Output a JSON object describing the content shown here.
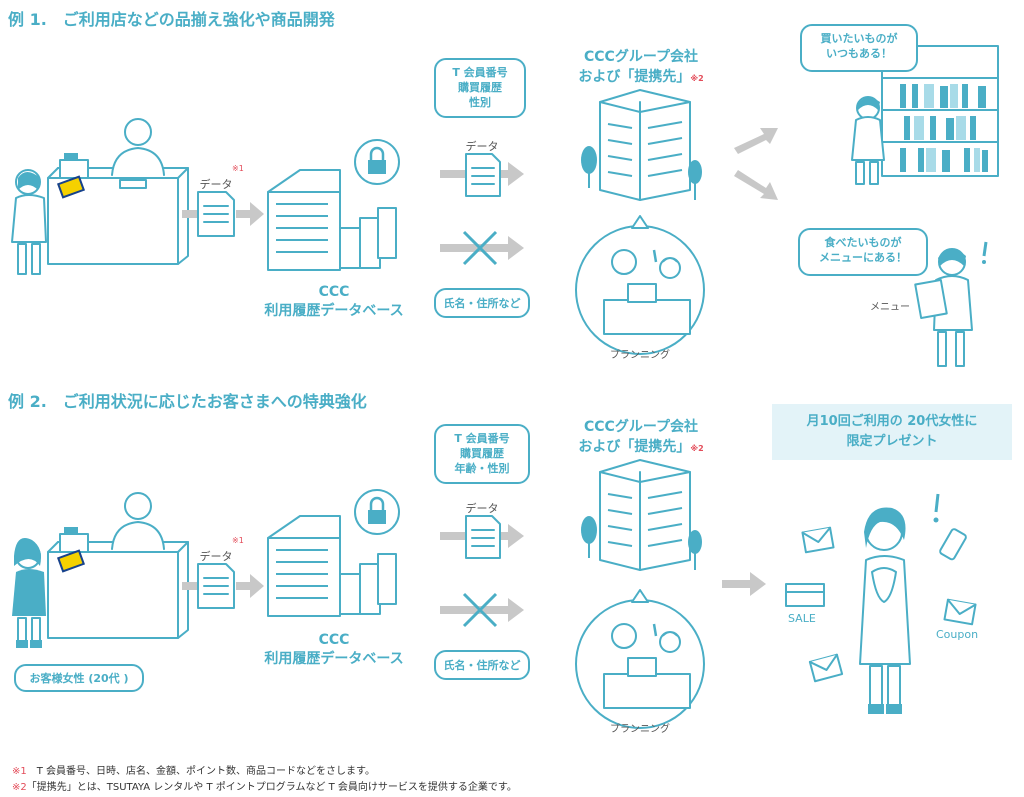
{
  "example1": {
    "title": "例 1.　ご利用店などの品揃え強化や商品開発",
    "data_label": "データ",
    "data_note_mark": "※1",
    "db_line1": "CCC",
    "db_line2": "利用履歴データベース",
    "bubble_lines": [
      "T 会員番号",
      "購買履歴",
      "性別"
    ],
    "data_label2": "データ",
    "blocked_label": "氏名・住所など",
    "group_line1": "CCCグループ会社",
    "group_line2": "および「提携先」",
    "group_note_mark": "※2",
    "planning_label": "プランニング",
    "speech_top": [
      "買いたいものが",
      "いつもある！"
    ],
    "speech_bottom": [
      "食べたいものが",
      "メニューにある！"
    ],
    "menu_label": "メニュー"
  },
  "example2": {
    "title": "例 2.　ご利用状況に応じたお客さまへの特典強化",
    "data_label": "データ",
    "data_note_mark": "※1",
    "db_line1": "CCC",
    "db_line2": "利用履歴データベース",
    "bubble_lines": [
      "T 会員番号",
      "購買履歴",
      "年齢・性別"
    ],
    "data_label2": "データ",
    "blocked_label": "氏名・住所など",
    "group_line1": "CCCグループ会社",
    "group_line2": "および「提携先」",
    "group_note_mark": "※2",
    "planning_label": "プランニング",
    "customer_label": "お客様女性 (20代 )",
    "present_lines": [
      "月10回ご利用の 20代女性に",
      "限定プレゼント"
    ],
    "sale_label": "SALE",
    "coupon_label": "Coupon"
  },
  "footnotes": [
    {
      "mark": "※1",
      "text": "　T 会員番号、日時、店名、金額、ポイント数、商品コードなどをさします。"
    },
    {
      "mark": "※2",
      "text": "「提携先」とは、TSUTAYA レンタルや T ポイントプログラムなど T 会員向けサービスを提供する企業です。"
    }
  ],
  "colors": {
    "accent": "#4aaec6",
    "note_mark": "#e34d5a",
    "arrow": "#c8c8c8",
    "present_bg": "#e3f3f8"
  }
}
